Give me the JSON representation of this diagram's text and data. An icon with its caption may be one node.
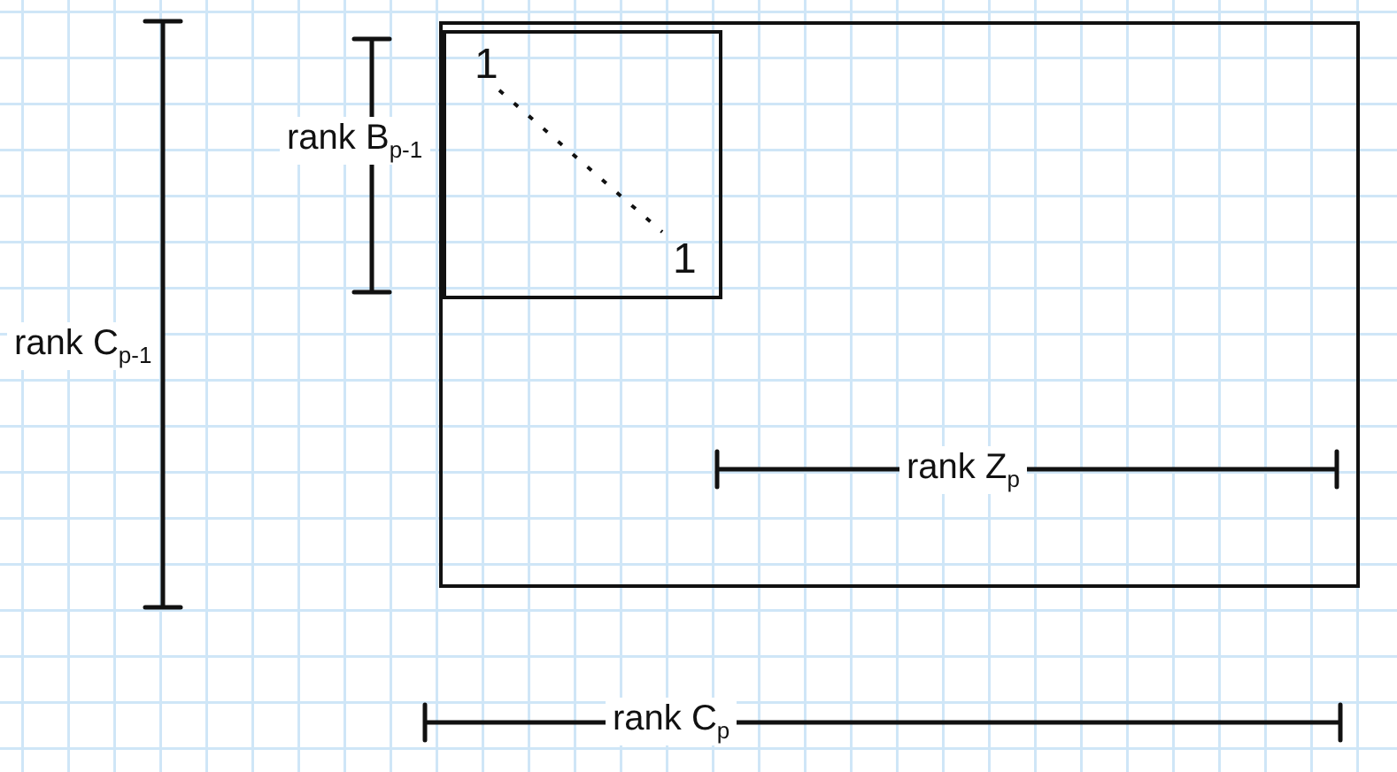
{
  "diagram": {
    "nodes": [
      {
        "text": [],
        "shape": "box"
      },
      {
        "text": [
          "1",
          "1"
        ],
        "in": 0
      }
    ],
    "edges": [],
    "labels": [
      "rank B$_{p-1}$",
      "rank C$_{p-1}$",
      "rank Z$_{p}$",
      "rank C$_{p}$"
    ]
  }
}
